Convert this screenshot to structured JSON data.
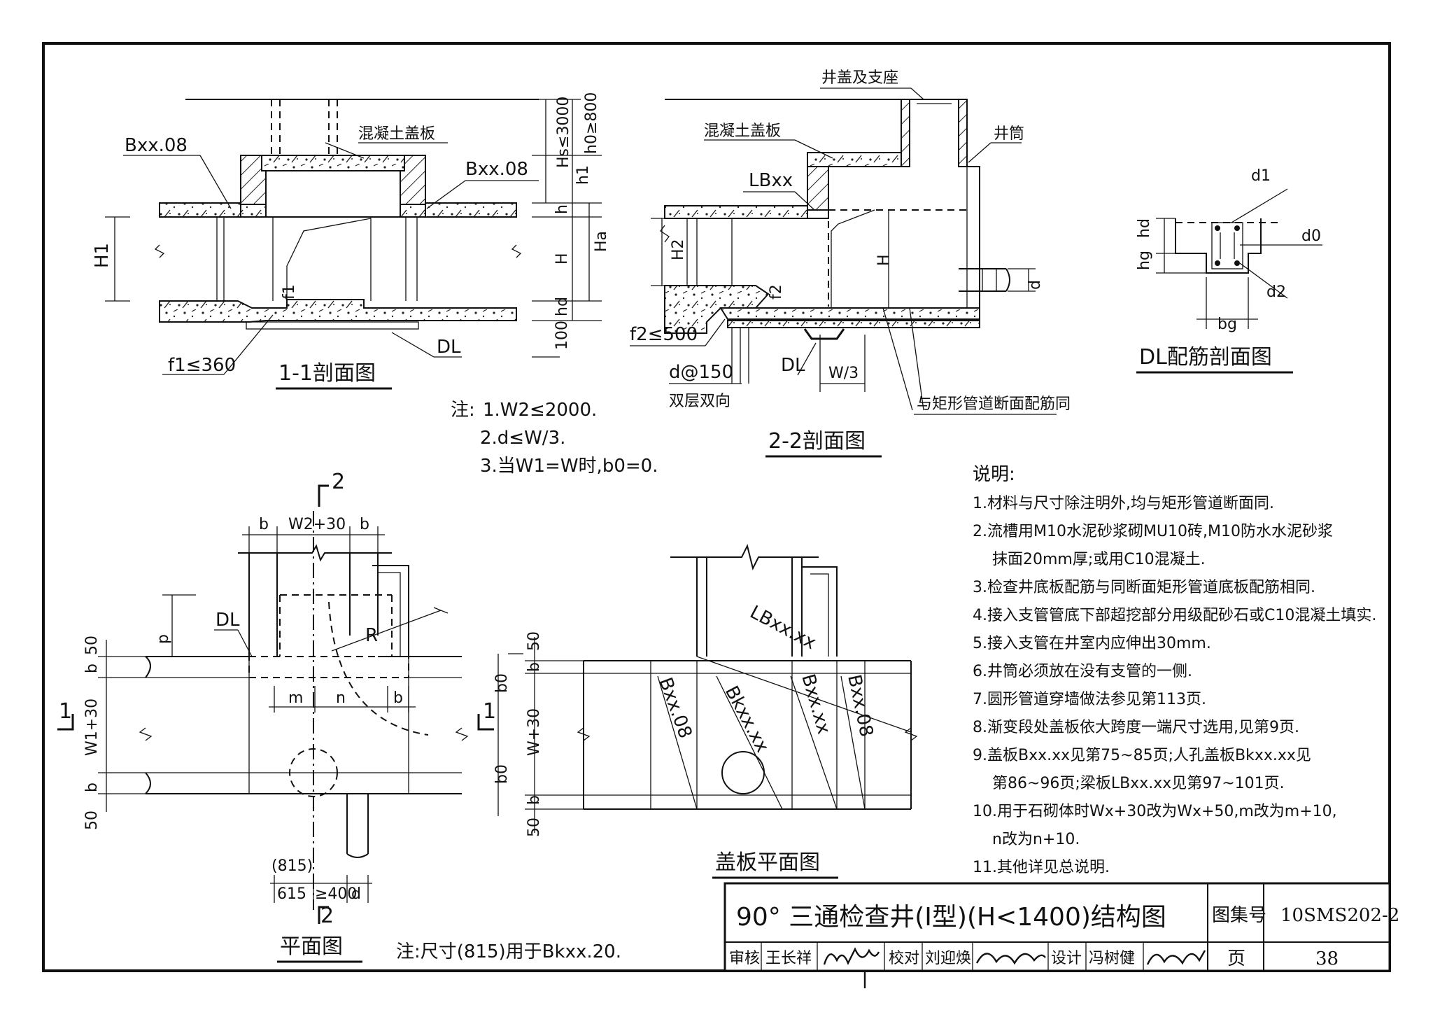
{
  "section11": {
    "title": "1-1剖面图",
    "label_left_plate": "Bxx.08",
    "label_right_plate": "Bxx.08",
    "label_cover": "混凝土盖板",
    "label_H1": "H1",
    "label_f1": "f1≤360",
    "label_f1_small": "f1",
    "label_DL": "DL",
    "dim_hs": "Hs≤3000",
    "dim_h0": "h0≥800",
    "dim_h1": "h1",
    "dim_h": "h",
    "dim_H": "H",
    "dim_Ha": "Ha",
    "dim_hd": "hd",
    "dim_100": "100"
  },
  "section22": {
    "title": "2-2剖面图",
    "label_cover_seat": "井盖及支座",
    "label_cover": "混凝土盖板",
    "label_shaft": "井筒",
    "label_LB": "LBxx",
    "label_H2": "H2",
    "label_H": "H",
    "label_d": "d",
    "label_f2": "f2",
    "label_f2_limit": "f2≤500",
    "label_rebar": "d@150",
    "label_rebar_note": "双层双向",
    "label_DL": "DL",
    "label_W3": "W/3",
    "label_same": "与矩形管道断面配筋同"
  },
  "dl_section": {
    "title": "DL配筋剖面图",
    "d1": "d1",
    "d0": "d0",
    "d2": "d2",
    "hd": "hd",
    "hg": "hg",
    "bg": "bg"
  },
  "notes": {
    "head": "注:",
    "items": [
      "1.W2≤2000.",
      "2.d≤W/3.",
      "3.当W1=W时,b0=0."
    ]
  },
  "plan": {
    "title": "平面图",
    "mark_top": "2",
    "mark_bottom": "2",
    "mark_left": "1",
    "mark_right": "1",
    "dim_b_left": "b",
    "dim_w2": "W2+30",
    "dim_b_right": "b",
    "label_DL": "DL",
    "label_R": "R",
    "label_p": "p",
    "dim_m": "m",
    "dim_n": "n",
    "dim_b_mid": "b",
    "dim_50_top": "50",
    "dim_b_top": "b",
    "dim_w1": "W1+30",
    "dim_b_bot": "b",
    "dim_50_bot": "50",
    "dim_815": "(815)",
    "dim_615": "615",
    "dim_400": "≥400",
    "dim_d": "d",
    "note": "注:尺寸(815)用于Bkxx.20."
  },
  "cover_plan": {
    "title": "盖板平面图",
    "lb": "LBxx.xx",
    "b1": "Bxx.08",
    "bk": "Bkxx.xx",
    "b2": "Bxx.xx",
    "b3": "Bxx.08",
    "dim_50_top": "50",
    "dim_b_top": "b",
    "dim_b0_top": "b0",
    "dim_w": "W+30",
    "dim_b0_bot": "b0",
    "dim_b_bot": "b",
    "dim_50_bot": "50"
  },
  "explanations": {
    "head": "说明:",
    "items": [
      "1.材料与尺寸除注明外,均与矩形管道断面同.",
      "2.流槽用M10水泥砂浆砌MU10砖,M10防水水泥砂浆",
      "抹面20mm厚;或用C10混凝土.",
      "3.检查井底板配筋与同断面矩形管道底板配筋相同.",
      "4.接入支管管底下部超挖部分用级配砂石或C10混凝土填实.",
      "5.接入支管在井室内应伸出30mm.",
      "6.井筒必须放在没有支管的一侧.",
      "7.圆形管道穿墙做法参见第113页.",
      "8.渐变段处盖板依大跨度一端尺寸选用,见第9页.",
      "9.盖板Bxx.xx见第75~85页;人孔盖板Bkxx.xx见",
      "第86~96页;梁板LBxx.xx见第97~101页.",
      "10.用于石砌体时Wx+30改为Wx+50,m改为m+10,",
      "n改为n+10.",
      "11.其他详见总说明."
    ]
  },
  "title_block": {
    "title": "90° 三通检查井(Ⅰ型)(H<1400)结构图",
    "atlas_label": "图集号",
    "atlas_no": "10SMS202-2",
    "review_label": "审核",
    "reviewer": "王长祥",
    "check_label": "校对",
    "checker": "刘迎焕",
    "design_label": "设计",
    "designer": "冯树健",
    "page_label": "页",
    "page_no": "38"
  }
}
